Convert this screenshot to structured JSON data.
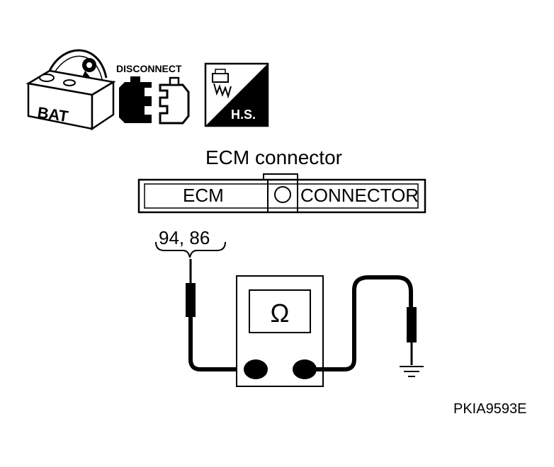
{
  "icons": {
    "battery_label": "BAT",
    "disconnect_label": "DISCONNECT",
    "harness_label": "H.S."
  },
  "connector": {
    "title": "ECM connector",
    "left_label": "ECM",
    "right_label": "CONNECTOR"
  },
  "probe": {
    "terminals": "94, 86"
  },
  "meter": {
    "symbol": "Ω"
  },
  "footer": {
    "code": "PKIA9593E"
  }
}
